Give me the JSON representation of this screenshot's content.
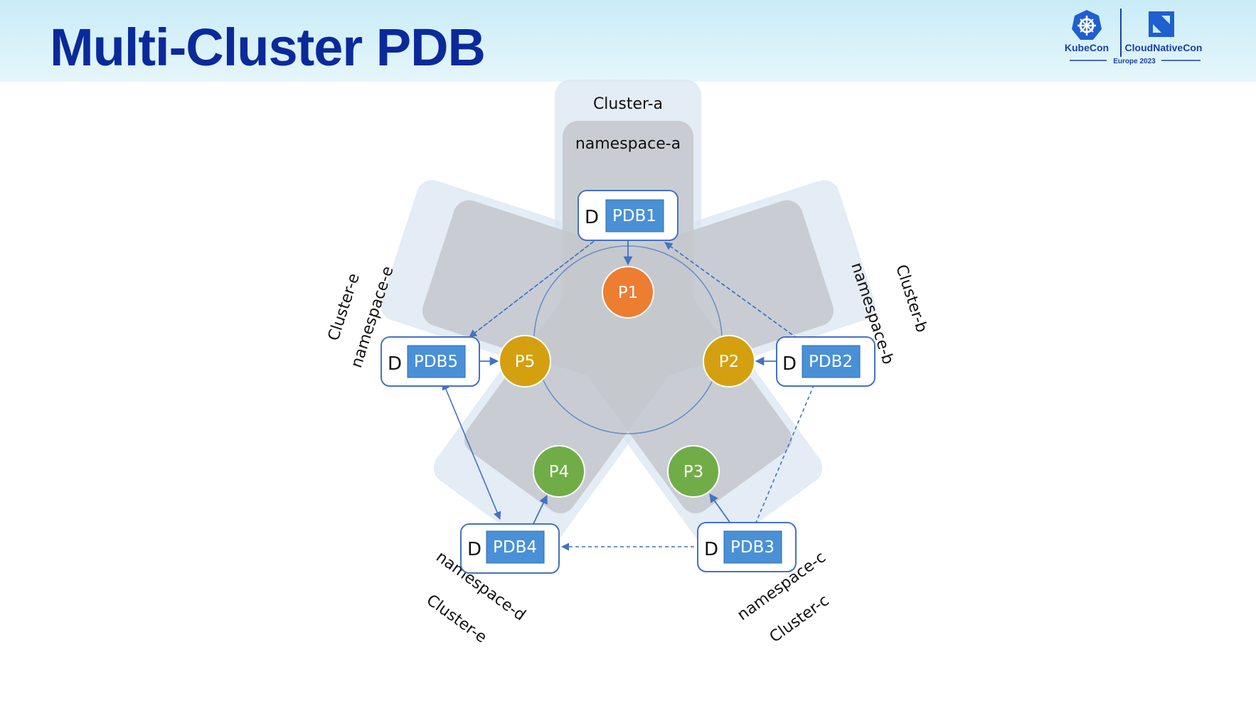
{
  "title": "Multi-Cluster PDB",
  "logo": {
    "kubecon": "KubeCon",
    "cloudnativecon": "CloudNativeCon",
    "event": "Europe 2023"
  },
  "clusters": [
    {
      "label": "Cluster-a",
      "namespace": "namespace-a",
      "pdb": "PDB1",
      "d": "D",
      "pod": "P1"
    },
    {
      "label": "Cluster-b",
      "namespace": "namespace-b",
      "pdb": "PDB2",
      "d": "D",
      "pod": "P2"
    },
    {
      "label": "Cluster-c",
      "namespace": "namespace-c",
      "pdb": "PDB3",
      "d": "D",
      "pod": "P3"
    },
    {
      "label": "Cluster-e",
      "namespace": "namespace-d",
      "pdb": "PDB4",
      "d": "D",
      "pod": "P4"
    },
    {
      "label": "Cluster-e",
      "namespace": "namespace-e",
      "pdb": "PDB5",
      "d": "D",
      "pod": "P5"
    }
  ],
  "colors": {
    "pod_orange": "#ed7d31",
    "pod_gold": "#d4a00f",
    "pod_green": "#70ad47",
    "pdb_blue": "#4a90d6",
    "arrow": "#4472c4",
    "title": "#0b2a9a"
  },
  "icons": [
    "kubecon-helm-icon",
    "cloudnativecon-icon"
  ]
}
